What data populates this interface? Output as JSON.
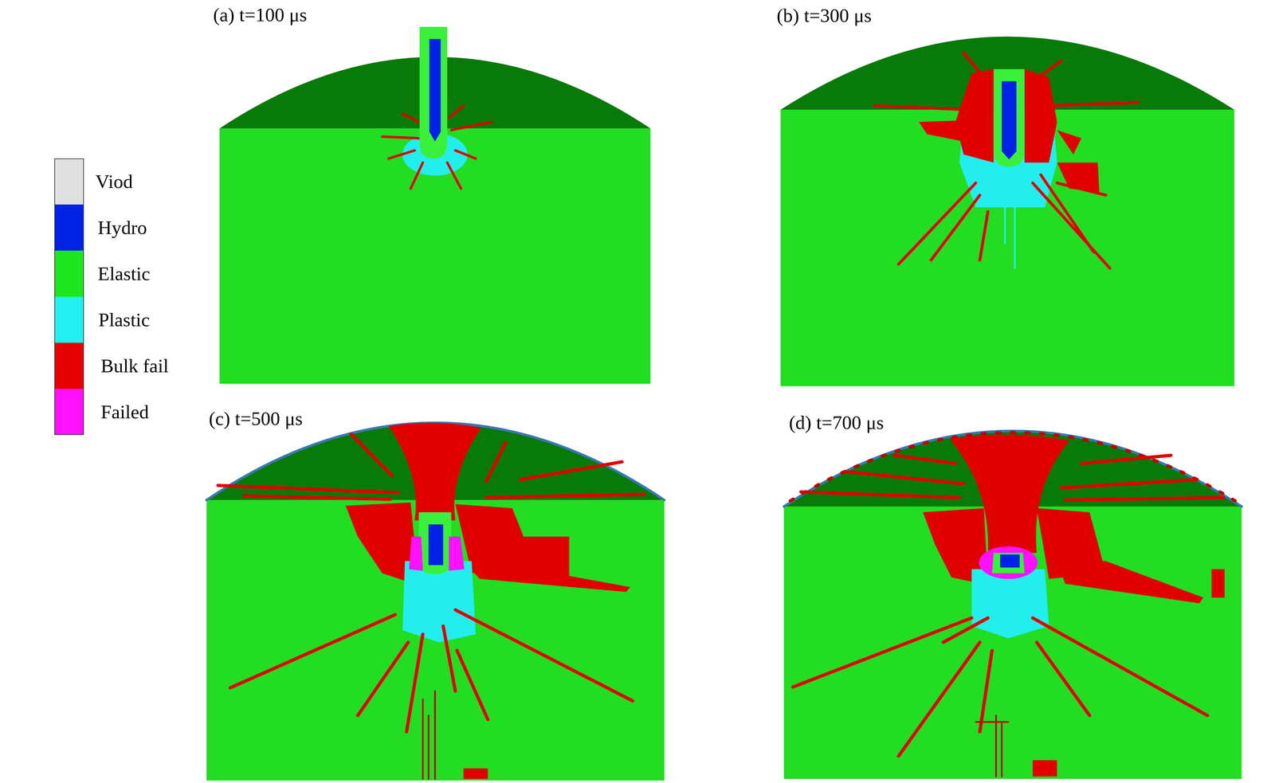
{
  "diagram": {
    "labels": [
      "(a) t=100 μs",
      "(b) t=300 μs",
      "(c) t=500 μs",
      "(d) t=700 μs"
    ],
    "legend": [
      {
        "text": "Viod",
        "color": "#e0e0e0"
      },
      {
        "text": "Hydro",
        "color": "#0022e6"
      },
      {
        "text": "Elastic",
        "color": "#1ee61e"
      },
      {
        "text": "Plastic",
        "color": "#22f0f0"
      },
      {
        "text": "Bulk fail",
        "color": "#e60000"
      },
      {
        "text": "Failed",
        "color": "#ff10ff"
      }
    ]
  }
}
